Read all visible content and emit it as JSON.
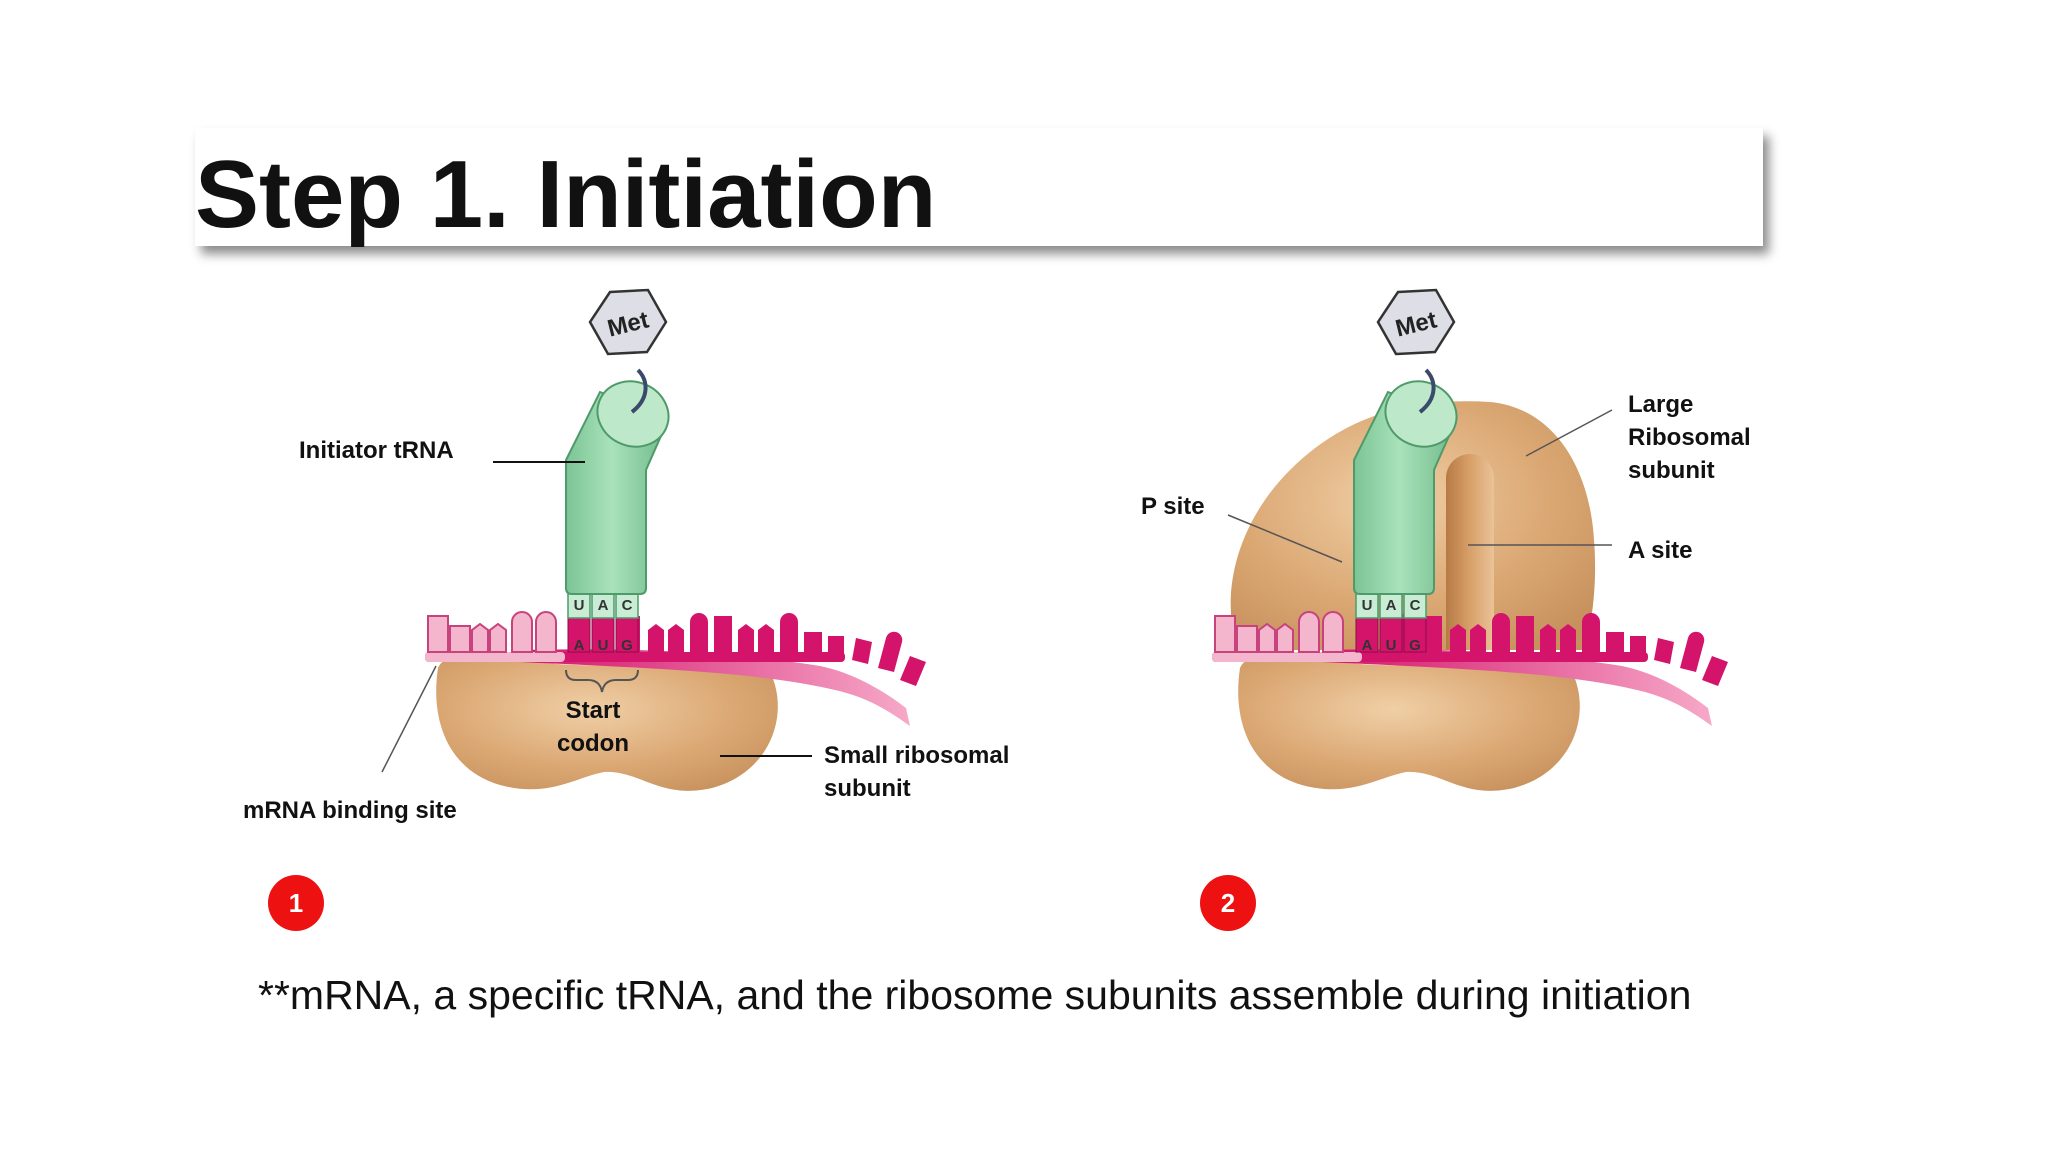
{
  "slide": {
    "title": "Step 1. Initiation",
    "caption": "**mRNA, a specific tRNA, and the ribosome subunits assemble during initiation"
  },
  "panel1": {
    "number": "1",
    "met": "Met",
    "anticodon": [
      "U",
      "A",
      "C"
    ],
    "codon": [
      "A",
      "U",
      "G"
    ],
    "labels": {
      "initiator_trna": "Initiator tRNA",
      "start_codon_line1": "Start",
      "start_codon_line2": "codon",
      "small_subunit_line1": "Small ribosomal",
      "small_subunit_line2": "subunit",
      "mrna_binding_site": "mRNA binding site"
    }
  },
  "panel2": {
    "number": "2",
    "met": "Met",
    "anticodon": [
      "U",
      "A",
      "C"
    ],
    "codon": [
      "A",
      "U",
      "G"
    ],
    "labels": {
      "p_site": "P site",
      "large_subunit_line1": "Large",
      "large_subunit_line2": "Ribosomal",
      "large_subunit_line3": "subunit",
      "a_site": "A site"
    }
  },
  "colors": {
    "ribosome": "#d9a36c",
    "trna": "#8fd3a6",
    "mrna_dark": "#d4136b",
    "mrna_light": "#f3b6cc",
    "marker": "#ee1111"
  }
}
